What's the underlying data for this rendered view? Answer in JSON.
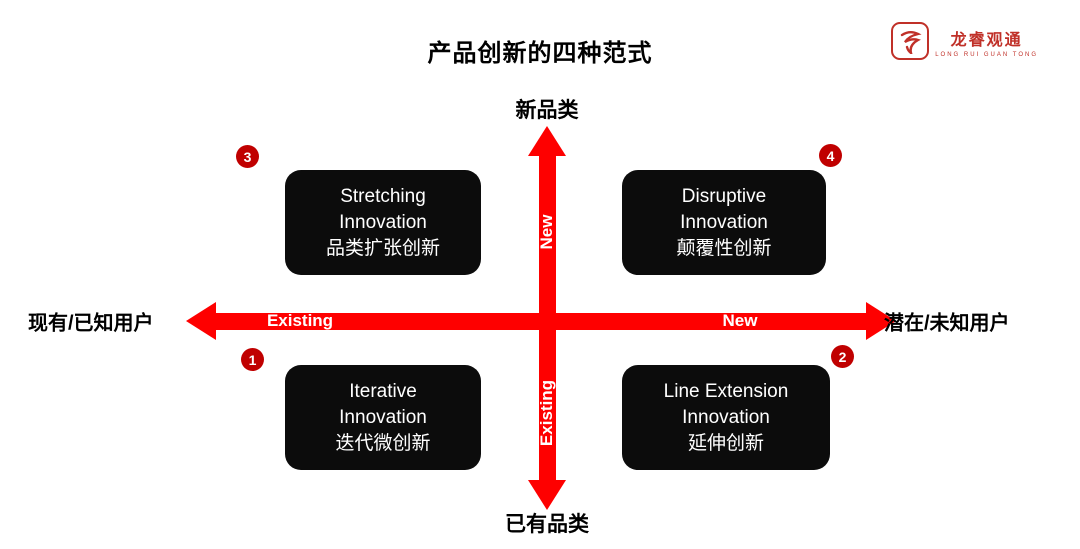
{
  "title": "产品创新的四种范式",
  "logo": {
    "name": "龙睿观通",
    "subtext": "LONG RUI GUAN TONG"
  },
  "axes": {
    "vertical": {
      "top_label": "新品类",
      "bottom_label": "已有品类",
      "upper_segment": "New",
      "lower_segment": "Existing"
    },
    "horizontal": {
      "left_label": "现有/已知用户",
      "right_label": "潜在/未知用户",
      "left_segment": "Existing",
      "right_segment": "New"
    }
  },
  "quadrants": [
    {
      "badge": "3",
      "position": "top-left",
      "lines": [
        "Stretching",
        "Innovation",
        "品类扩张创新"
      ]
    },
    {
      "badge": "4",
      "position": "top-right",
      "lines": [
        "Disruptive",
        "Innovation",
        "颠覆性创新"
      ]
    },
    {
      "badge": "1",
      "position": "bottom-left",
      "lines": [
        "Iterative",
        "Innovation",
        "迭代微创新"
      ]
    },
    {
      "badge": "2",
      "position": "bottom-right",
      "lines": [
        "Line Extension",
        "Innovation",
        "延伸创新"
      ]
    }
  ],
  "colors": {
    "accent_red": "#fe0000",
    "badge_red": "#c00000",
    "box_black": "#0c0c0c",
    "logo_red": "#c03028"
  }
}
